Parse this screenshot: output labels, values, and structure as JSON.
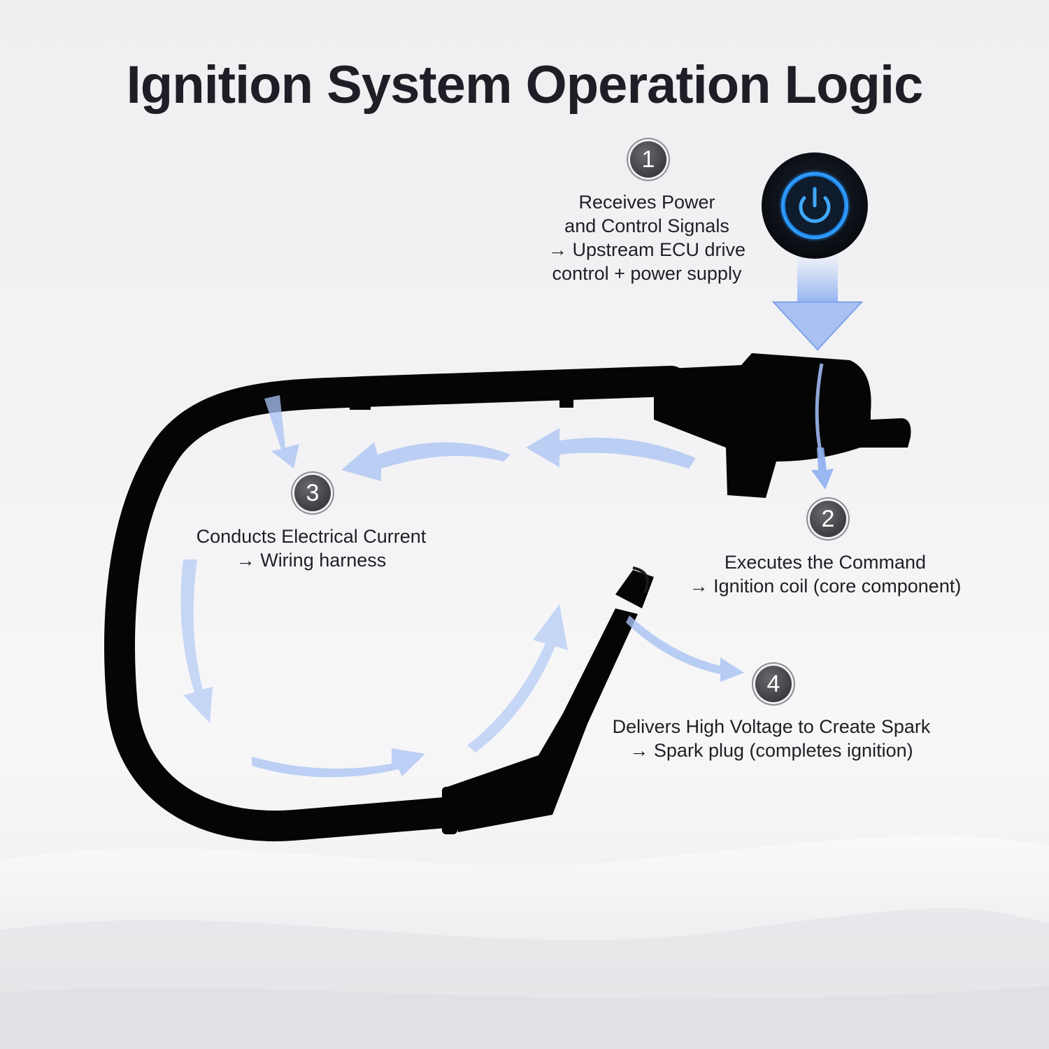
{
  "title": "Ignition System Operation Logic",
  "colors": {
    "background": "#f1f1f3",
    "title": "#1e1e26",
    "badge": "#48484c",
    "flow_arrow": "#a9c2f3",
    "power_glow": "#1e90ff",
    "cable": "#050505"
  },
  "icons": {
    "power_button": "power-icon",
    "flow": "arrow-icon"
  },
  "steps": [
    {
      "number": "1",
      "lines": [
        "Receives Power",
        "and Control Signals",
        "→ Upstream ECU drive",
        "control + power supply"
      ]
    },
    {
      "number": "2",
      "lines": [
        "Executes the Command",
        "→ Ignition coil (core component)"
      ]
    },
    {
      "number": "3",
      "lines": [
        "Conducts Electrical Current",
        "→ Wiring harness"
      ]
    },
    {
      "number": "4",
      "lines": [
        "Delivers High Voltage to Create Spark",
        "→ Spark plug (completes ignition)"
      ]
    }
  ]
}
